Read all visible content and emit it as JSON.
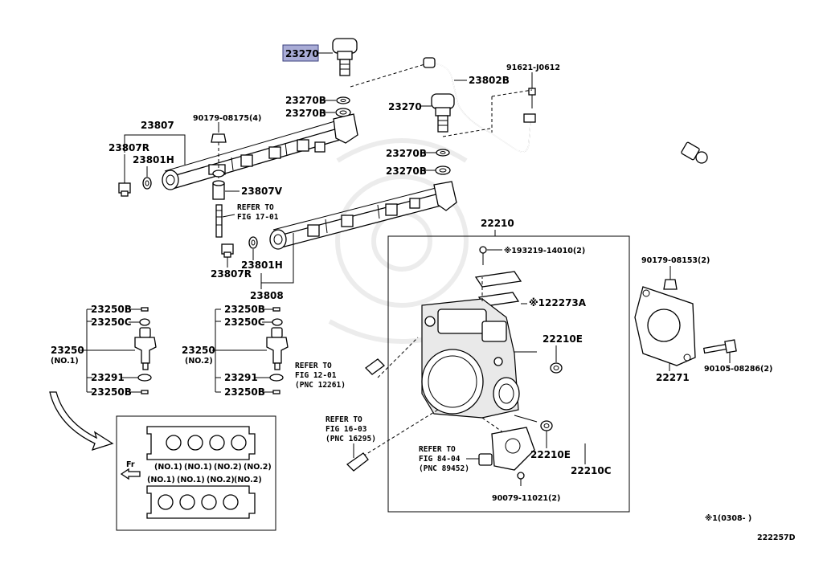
{
  "colors": {
    "highlight": "#a9acd6",
    "line": "#000000"
  },
  "labels": {
    "p23270_top": "23270",
    "p23802B": "23802B",
    "p91621": "91621-J0612",
    "p23270B_1": "23270B",
    "p23270B_2": "23270B",
    "p23270_mid": "23270",
    "p23270B_3": "23270B",
    "p23270B_4": "23270B",
    "p90179_08175": "90179-08175(4)",
    "p23807": "23807",
    "p23807R_1": "23807R",
    "p23801H_1": "23801H",
    "p23807V": "23807V",
    "ref17_1": "REFER TO",
    "ref17_2": "FIG 17-01",
    "p23801H_2": "23801H",
    "p23807R_2": "23807R",
    "p23808": "23808",
    "p22210": "22210",
    "p193219": "※193219-14010(2)",
    "p22273A": "※122273A",
    "p90179_08153": "90179-08153(2)",
    "p22210E_1": "22210E",
    "p22271": "22271",
    "p90105": "90105-08286(2)",
    "n1_23250B_a": "23250B",
    "n1_23250C": "23250C",
    "n1_23250": "23250",
    "n1_no": "(NO.1)",
    "n1_23291": "23291",
    "n1_23250B_b": "23250B",
    "n2_23250B_a": "23250B",
    "n2_23250C": "23250C",
    "n2_23250": "23250",
    "n2_no": "(NO.2)",
    "n2_23291": "23291",
    "n2_23250B_b": "23250B",
    "ref12_1": "REFER TO",
    "ref12_2": "FIG 12-01",
    "ref12_3": "(PNC 12261)",
    "ref16_1": "REFER TO",
    "ref16_2": "FIG 16-03",
    "ref16_3": "(PNC 16295)",
    "ref84_1": "REFER TO",
    "ref84_2": "FIG 84-04",
    "ref84_3": "(PNC 89452)",
    "p22210E_2": "22210E",
    "p22210C": "22210C",
    "p90079": "90079-11021(2)",
    "fr": "Fr",
    "note": "※1(0308-   )",
    "diagram_id": "222257D"
  },
  "inset": {
    "top_row": [
      "(NO.1)",
      "(NO.1)",
      "(NO.2)",
      "(NO.2)"
    ],
    "bottom_row": [
      "(NO.1)",
      "(NO.1)",
      "(NO.2)",
      "(NO.2)"
    ]
  }
}
